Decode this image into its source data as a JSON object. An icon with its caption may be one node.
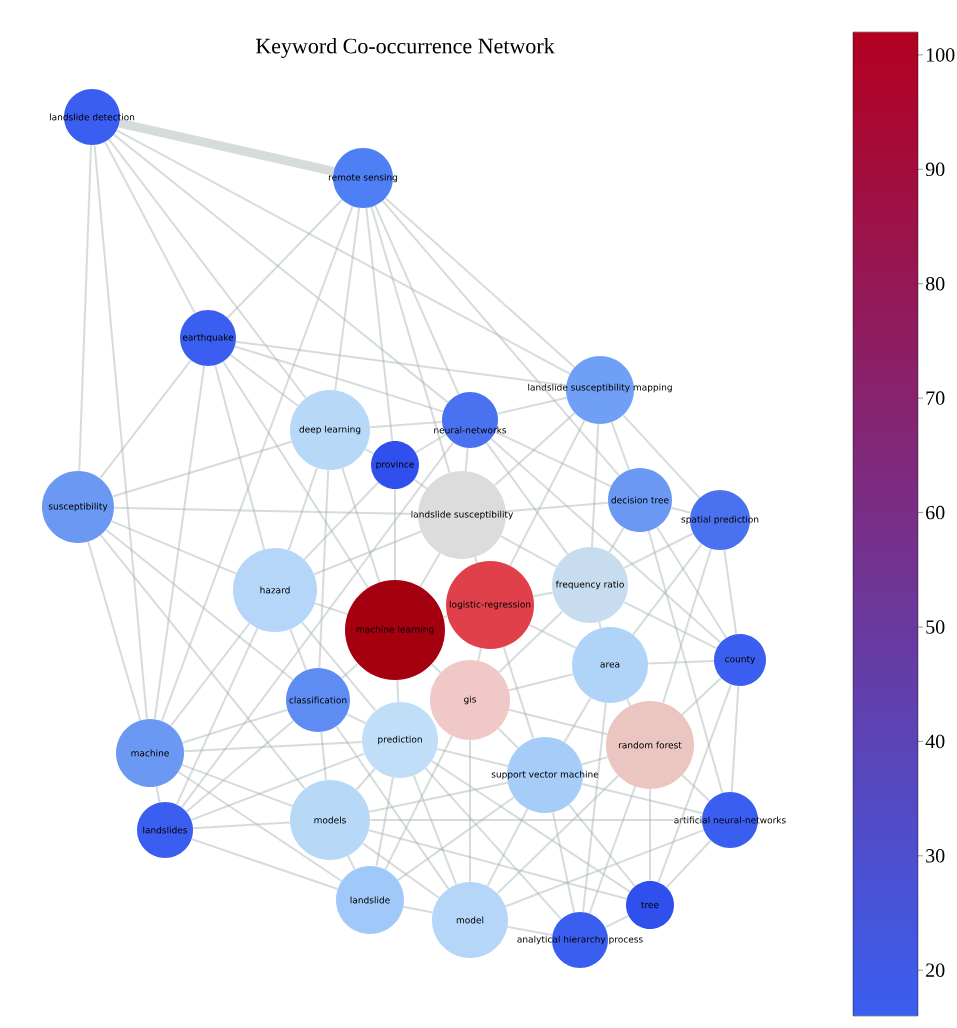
{
  "diagram": {
    "title": "Keyword Co-occurrence Network",
    "nodes": [
      {
        "text": [
          "landslide detection"
        ]
      },
      {
        "text": [
          "remote sensing"
        ]
      },
      {
        "text": [
          "earthquake"
        ]
      },
      {
        "text": [
          "landslide susceptibility mapping"
        ]
      },
      {
        "text": [
          "neural-networks"
        ]
      },
      {
        "text": [
          "deep learning"
        ]
      },
      {
        "text": [
          "province"
        ]
      },
      {
        "text": [
          "susceptibility"
        ]
      },
      {
        "text": [
          "landslide susceptibility"
        ]
      },
      {
        "text": [
          "spatial prediction"
        ]
      },
      {
        "text": [
          "decision tree"
        ]
      },
      {
        "text": [
          "frequency ratio"
        ]
      },
      {
        "text": [
          "hazard"
        ]
      },
      {
        "text": [
          "logistic-regression"
        ]
      },
      {
        "text": [
          "machine learning"
        ]
      },
      {
        "text": [
          "area"
        ]
      },
      {
        "text": [
          "county"
        ]
      },
      {
        "text": [
          "classification"
        ]
      },
      {
        "text": [
          "gis"
        ]
      },
      {
        "text": [
          "random forest"
        ]
      },
      {
        "text": [
          "prediction"
        ]
      },
      {
        "text": [
          "support vector machine"
        ]
      },
      {
        "text": [
          "machine"
        ]
      },
      {
        "text": [
          "models"
        ]
      },
      {
        "text": [
          "artificial neural-networks"
        ]
      },
      {
        "text": [
          "landslides"
        ]
      },
      {
        "text": [
          "landslide"
        ]
      },
      {
        "text": [
          "model"
        ]
      },
      {
        "text": [
          "tree"
        ]
      },
      {
        "text": [
          "analytical hierarchy process"
        ]
      }
    ],
    "edges": [
      {
        "from": 0,
        "to": 1,
        "arrow": "none",
        "style": "thick"
      },
      {
        "from": 0,
        "to": 2,
        "arrow": "none"
      },
      {
        "from": 0,
        "to": 3,
        "arrow": "none"
      },
      {
        "from": 0,
        "to": 4,
        "arrow": "none"
      },
      {
        "from": 0,
        "to": 5,
        "arrow": "none"
      },
      {
        "from": 0,
        "to": 7,
        "arrow": "none"
      },
      {
        "from": 0,
        "to": 22,
        "arrow": "none"
      },
      {
        "from": 1,
        "to": 2,
        "arrow": "none"
      },
      {
        "from": 1,
        "to": 3,
        "arrow": "none"
      },
      {
        "from": 1,
        "to": 4,
        "arrow": "none"
      },
      {
        "from": 1,
        "to": 5,
        "arrow": "none"
      },
      {
        "from": 1,
        "to": 6,
        "arrow": "none"
      },
      {
        "from": 1,
        "to": 8,
        "arrow": "none"
      },
      {
        "from": 1,
        "to": 10,
        "arrow": "none"
      },
      {
        "from": 1,
        "to": 22,
        "arrow": "none"
      },
      {
        "from": 2,
        "to": 3,
        "arrow": "none"
      },
      {
        "from": 2,
        "to": 4,
        "arrow": "none"
      },
      {
        "from": 2,
        "to": 5,
        "arrow": "none"
      },
      {
        "from": 2,
        "to": 7,
        "arrow": "none"
      },
      {
        "from": 2,
        "to": 12,
        "arrow": "none"
      },
      {
        "from": 2,
        "to": 14,
        "arrow": "none"
      },
      {
        "from": 2,
        "to": 22,
        "arrow": "none"
      },
      {
        "from": 3,
        "to": 4,
        "arrow": "none"
      },
      {
        "from": 3,
        "to": 8,
        "arrow": "none"
      },
      {
        "from": 3,
        "to": 9,
        "arrow": "none"
      },
      {
        "from": 3,
        "to": 10,
        "arrow": "none"
      },
      {
        "from": 3,
        "to": 11,
        "arrow": "none"
      },
      {
        "from": 3,
        "to": 13,
        "arrow": "none"
      },
      {
        "from": 4,
        "to": 5,
        "arrow": "none"
      },
      {
        "from": 4,
        "to": 6,
        "arrow": "none"
      },
      {
        "from": 4,
        "to": 8,
        "arrow": "none"
      },
      {
        "from": 4,
        "to": 10,
        "arrow": "none"
      },
      {
        "from": 4,
        "to": 11,
        "arrow": "none"
      },
      {
        "from": 4,
        "to": 16,
        "arrow": "none"
      },
      {
        "from": 4,
        "to": 25,
        "arrow": "none"
      },
      {
        "from": 5,
        "to": 6,
        "arrow": "none"
      },
      {
        "from": 5,
        "to": 7,
        "arrow": "none"
      },
      {
        "from": 5,
        "to": 12,
        "arrow": "none"
      },
      {
        "from": 5,
        "to": 14,
        "arrow": "none"
      },
      {
        "from": 5,
        "to": 17,
        "arrow": "none"
      },
      {
        "from": 6,
        "to": 8,
        "arrow": "none"
      },
      {
        "from": 6,
        "to": 12,
        "arrow": "none"
      },
      {
        "from": 6,
        "to": 14,
        "arrow": "none"
      },
      {
        "from": 7,
        "to": 8,
        "arrow": "none"
      },
      {
        "from": 7,
        "to": 12,
        "arrow": "none"
      },
      {
        "from": 7,
        "to": 17,
        "arrow": "none"
      },
      {
        "from": 7,
        "to": 22,
        "arrow": "none"
      },
      {
        "from": 7,
        "to": 23,
        "arrow": "none"
      },
      {
        "from": 8,
        "to": 10,
        "arrow": "none"
      },
      {
        "from": 8,
        "to": 11,
        "arrow": "none"
      },
      {
        "from": 8,
        "to": 12,
        "arrow": "none"
      },
      {
        "from": 8,
        "to": 13,
        "arrow": "none"
      },
      {
        "from": 8,
        "to": 14,
        "arrow": "none"
      },
      {
        "from": 9,
        "to": 10,
        "arrow": "none"
      },
      {
        "from": 9,
        "to": 11,
        "arrow": "none"
      },
      {
        "from": 9,
        "to": 15,
        "arrow": "none"
      },
      {
        "from": 9,
        "to": 16,
        "arrow": "none"
      },
      {
        "from": 9,
        "to": 19,
        "arrow": "none"
      },
      {
        "from": 10,
        "to": 11,
        "arrow": "none"
      },
      {
        "from": 10,
        "to": 16,
        "arrow": "none"
      },
      {
        "from": 10,
        "to": 24,
        "arrow": "none"
      },
      {
        "from": 11,
        "to": 13,
        "arrow": "none"
      },
      {
        "from": 11,
        "to": 15,
        "arrow": "none"
      },
      {
        "from": 11,
        "to": 16,
        "arrow": "none"
      },
      {
        "from": 11,
        "to": 18,
        "arrow": "none"
      },
      {
        "from": 12,
        "to": 14,
        "arrow": "none"
      },
      {
        "from": 12,
        "to": 17,
        "arrow": "none"
      },
      {
        "from": 12,
        "to": 20,
        "arrow": "none"
      },
      {
        "from": 12,
        "to": 22,
        "arrow": "none"
      },
      {
        "from": 12,
        "to": 25,
        "arrow": "none"
      },
      {
        "from": 13,
        "to": 14,
        "arrow": "none"
      },
      {
        "from": 13,
        "to": 15,
        "arrow": "none"
      },
      {
        "from": 13,
        "to": 18,
        "arrow": "none"
      },
      {
        "from": 13,
        "to": 21,
        "arrow": "none"
      },
      {
        "from": 14,
        "to": 17,
        "arrow": "none"
      },
      {
        "from": 14,
        "to": 18,
        "arrow": "none"
      },
      {
        "from": 14,
        "to": 20,
        "arrow": "none"
      },
      {
        "from": 15,
        "to": 16,
        "arrow": "none"
      },
      {
        "from": 15,
        "to": 18,
        "arrow": "none"
      },
      {
        "from": 15,
        "to": 19,
        "arrow": "none"
      },
      {
        "from": 15,
        "to": 21,
        "arrow": "none"
      },
      {
        "from": 15,
        "to": 29,
        "arrow": "none"
      },
      {
        "from": 16,
        "to": 19,
        "arrow": "none"
      },
      {
        "from": 16,
        "to": 24,
        "arrow": "none"
      },
      {
        "from": 16,
        "to": 28,
        "arrow": "none"
      },
      {
        "from": 17,
        "to": 20,
        "arrow": "none"
      },
      {
        "from": 17,
        "to": 22,
        "arrow": "none"
      },
      {
        "from": 17,
        "to": 23,
        "arrow": "none"
      },
      {
        "from": 17,
        "to": 25,
        "arrow": "none"
      },
      {
        "from": 17,
        "to": 27,
        "arrow": "none"
      },
      {
        "from": 18,
        "to": 19,
        "arrow": "none"
      },
      {
        "from": 18,
        "to": 21,
        "arrow": "none"
      },
      {
        "from": 18,
        "to": 26,
        "arrow": "none"
      },
      {
        "from": 18,
        "to": 27,
        "arrow": "none"
      },
      {
        "from": 19,
        "to": 21,
        "arrow": "none"
      },
      {
        "from": 19,
        "to": 24,
        "arrow": "none"
      },
      {
        "from": 19,
        "to": 27,
        "arrow": "none"
      },
      {
        "from": 19,
        "to": 28,
        "arrow": "none"
      },
      {
        "from": 19,
        "to": 29,
        "arrow": "none"
      },
      {
        "from": 20,
        "to": 21,
        "arrow": "none"
      },
      {
        "from": 20,
        "to": 22,
        "arrow": "none"
      },
      {
        "from": 20,
        "to": 23,
        "arrow": "none"
      },
      {
        "from": 20,
        "to": 25,
        "arrow": "none"
      },
      {
        "from": 20,
        "to": 26,
        "arrow": "none"
      },
      {
        "from": 20,
        "to": 27,
        "arrow": "none"
      },
      {
        "from": 20,
        "to": 28,
        "arrow": "none"
      },
      {
        "from": 20,
        "to": 29,
        "arrow": "none"
      },
      {
        "from": 21,
        "to": 23,
        "arrow": "none"
      },
      {
        "from": 21,
        "to": 24,
        "arrow": "none"
      },
      {
        "from": 21,
        "to": 26,
        "arrow": "none"
      },
      {
        "from": 21,
        "to": 27,
        "arrow": "none"
      },
      {
        "from": 21,
        "to": 28,
        "arrow": "none"
      },
      {
        "from": 21,
        "to": 29,
        "arrow": "none"
      },
      {
        "from": 22,
        "to": 23,
        "arrow": "none"
      },
      {
        "from": 22,
        "to": 25,
        "arrow": "none"
      },
      {
        "from": 22,
        "to": 26,
        "arrow": "none"
      },
      {
        "from": 23,
        "to": 24,
        "arrow": "none"
      },
      {
        "from": 23,
        "to": 25,
        "arrow": "none"
      },
      {
        "from": 23,
        "to": 26,
        "arrow": "none"
      },
      {
        "from": 23,
        "to": 27,
        "arrow": "none"
      },
      {
        "from": 23,
        "to": 28,
        "arrow": "none"
      },
      {
        "from": 24,
        "to": 27,
        "arrow": "none"
      },
      {
        "from": 24,
        "to": 28,
        "arrow": "none"
      },
      {
        "from": 25,
        "to": 26,
        "arrow": "none"
      },
      {
        "from": 26,
        "to": 27,
        "arrow": "none"
      },
      {
        "from": 27,
        "to": 29,
        "arrow": "none"
      },
      {
        "from": 28,
        "to": 29,
        "arrow": "none"
      }
    ],
    "labels": [
      "100",
      "90",
      "80",
      "70",
      "60",
      "50",
      "40",
      "30",
      "20"
    ]
  }
}
